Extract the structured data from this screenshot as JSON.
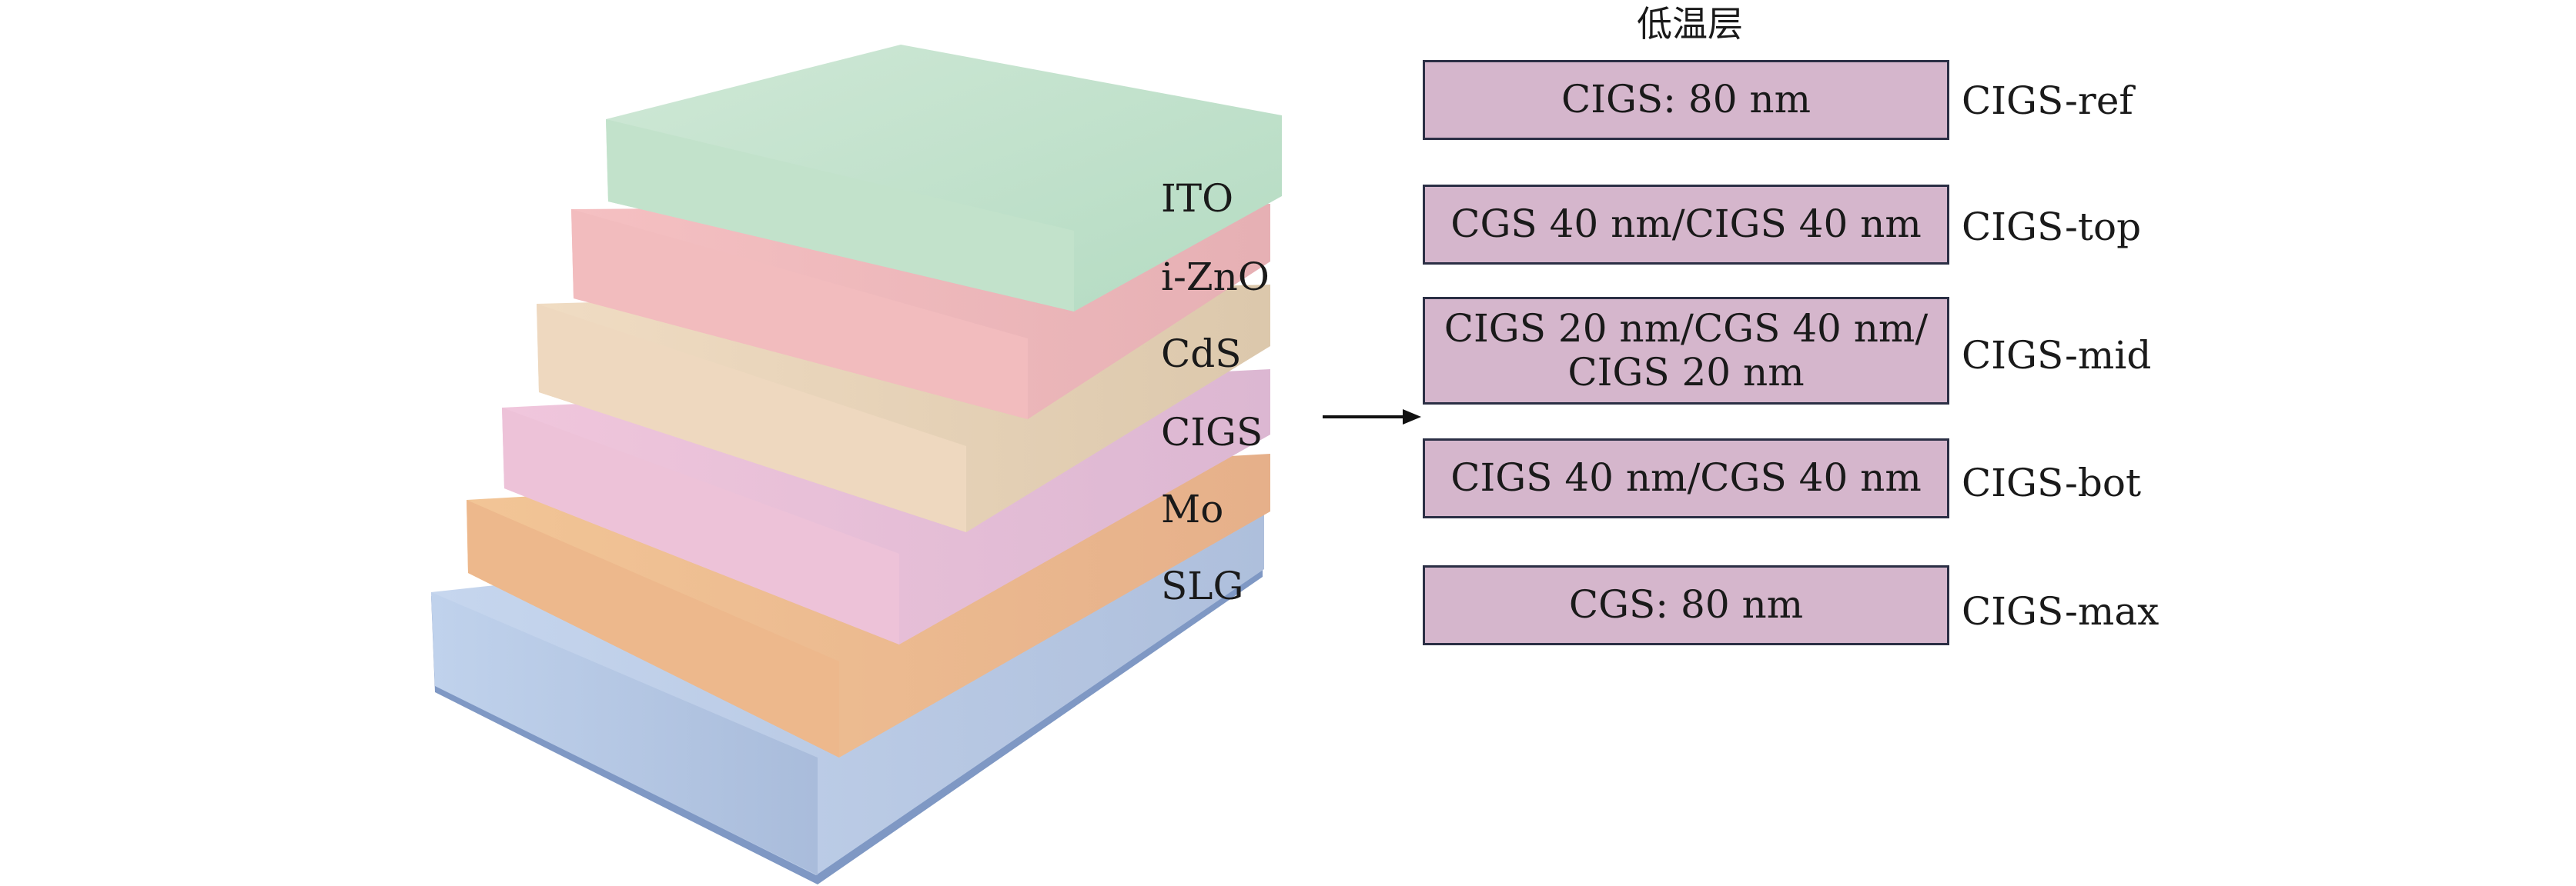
{
  "stack": {
    "layers": [
      {
        "id": "ito",
        "label": "ITO",
        "color": "#b3dcc1"
      },
      {
        "id": "izno",
        "label": "i-ZnO",
        "color": "#f3b6b8"
      },
      {
        "id": "cds",
        "label": "CdS",
        "color": "#ebd2b7"
      },
      {
        "id": "cigs",
        "label": "CIGS",
        "color": "#ebbcd6"
      },
      {
        "id": "mo",
        "label": "Mo",
        "color": "#f0bc8e"
      },
      {
        "id": "slg",
        "label": "SLG",
        "color": "#b8cde8"
      }
    ]
  },
  "heading": "低温层",
  "samples": [
    {
      "box": "CIGS: 80 nm",
      "label": "CIGS-ref"
    },
    {
      "box": "CGS 40 nm/CIGS 40 nm",
      "label": "CIGS-top"
    },
    {
      "box": "CIGS 20 nm/CGS 40 nm/ CIGS 20 nm",
      "label": "CIGS-mid"
    },
    {
      "box": "CIGS 40 nm/CGS 40 nm",
      "label": "CIGS-bot"
    },
    {
      "box": "CGS: 80 nm",
      "label": "CIGS-max"
    }
  ],
  "colors": {
    "box_fill": "#d5b6cc",
    "box_border": "#2b2f45",
    "arrow": "#111111"
  }
}
